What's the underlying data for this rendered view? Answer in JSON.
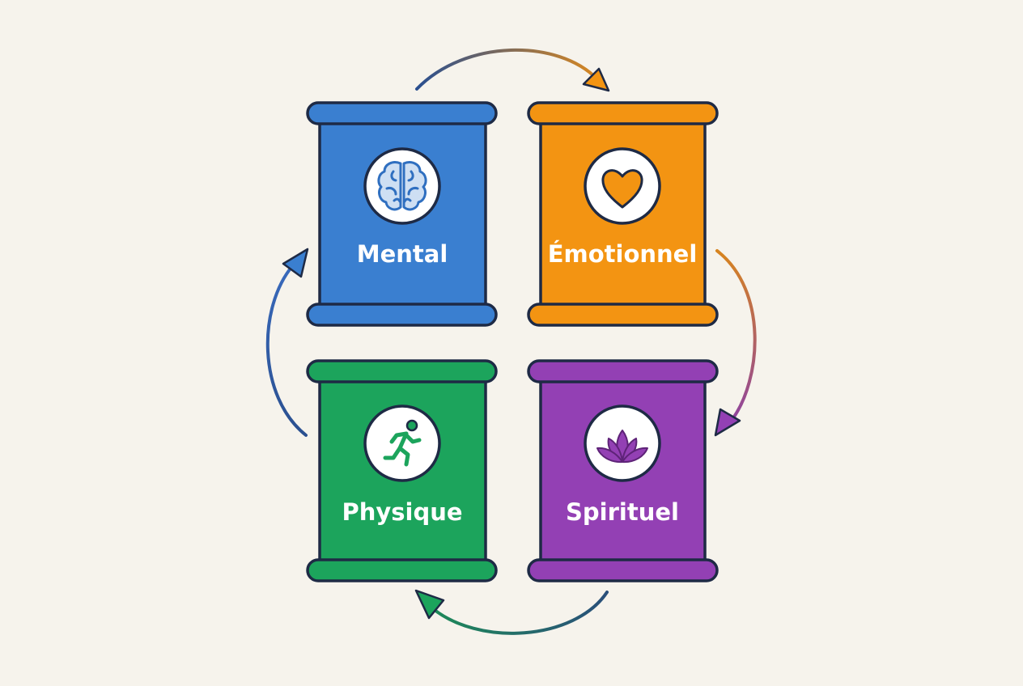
{
  "colors": {
    "background": "#f6f3ec",
    "outline": "#1e2a45",
    "mental": "#3a7fd0",
    "emotional": "#f39412",
    "physical": "#1ca45c",
    "spiritual": "#9340b4"
  },
  "pillars": [
    {
      "id": "mental",
      "label": "Mental",
      "icon": "brain-icon"
    },
    {
      "id": "emotional",
      "label": "Émotionnel",
      "icon": "heart-icon"
    },
    {
      "id": "physical",
      "label": "Physique",
      "icon": "running-person-icon"
    },
    {
      "id": "spiritual",
      "label": "Spirituel",
      "icon": "lotus-icon"
    }
  ],
  "cycle": [
    {
      "from": "mental",
      "to": "emotional"
    },
    {
      "from": "emotional",
      "to": "spiritual"
    },
    {
      "from": "spiritual",
      "to": "physical"
    },
    {
      "from": "physical",
      "to": "mental"
    }
  ]
}
